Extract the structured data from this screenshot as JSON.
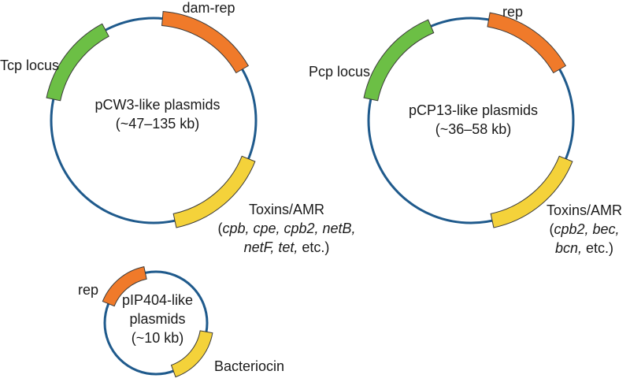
{
  "colors": {
    "backbone": "#1f5a8c",
    "rep": "#f07a2a",
    "locus": "#6cbf45",
    "toxin": "#f4d23a",
    "outline": "#3a3a3a"
  },
  "plasmids": [
    {
      "name_line1": "pCW3-like plasmids",
      "size_line2": "(~47–135 kb)",
      "rep_label": "dam-rep",
      "locus_label": "Tcp locus",
      "toxin_label": "Toxins/AMR",
      "toxin_line2": {
        "open": "(",
        "g1": "cpb, cpe, cpb2, netB,",
        "close": ""
      },
      "toxin_line3": {
        "g1": "netF, tet,",
        "tail": " etc.)"
      }
    },
    {
      "name_line1": "pCP13-like plasmids",
      "size_line2": "(~36–58 kb)",
      "rep_label": "rep",
      "locus_label": "Pcp locus",
      "toxin_label": "Toxins/AMR",
      "toxin_line2": {
        "open": "(",
        "g1": "cpb2, bec,",
        "close": ""
      },
      "toxin_line3": {
        "g1": "bcn,",
        "tail": " etc.)"
      }
    },
    {
      "name_line1": "pIP404-like",
      "name_line2": "plasmids",
      "size_line3": "(~10 kb)",
      "rep_label": "rep",
      "bacteriocin_label": "Bacteriocin"
    }
  ]
}
